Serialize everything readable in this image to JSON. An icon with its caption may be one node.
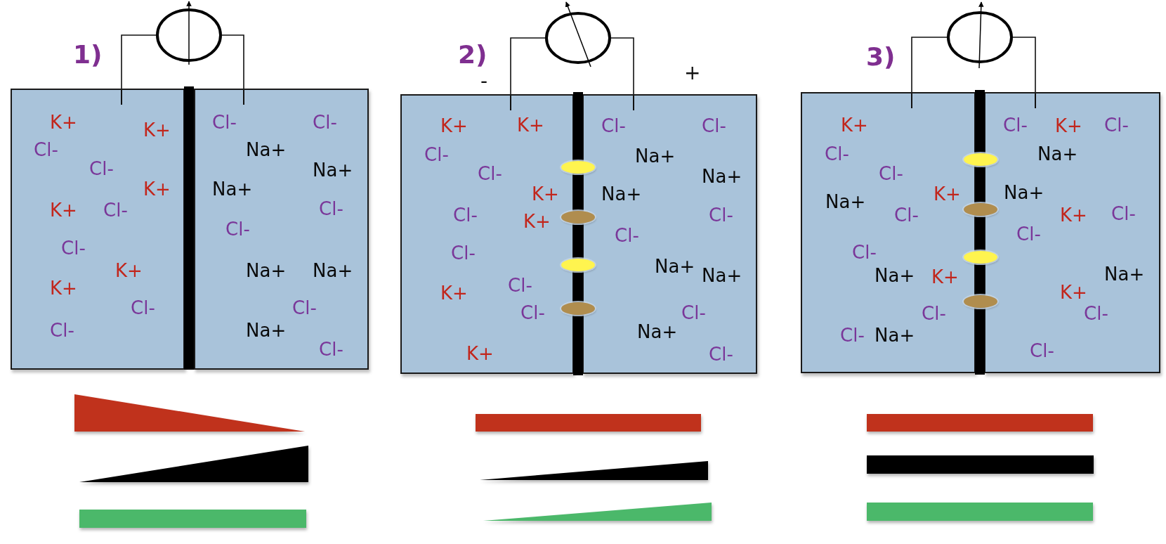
{
  "diagram": {
    "nodes": [
      {
        "text": [],
        "shape": "circle"
      },
      {
        "text": [
          "K+",
          "K+",
          "Cl-",
          "Cl-",
          "K+",
          "K+",
          "Cl-",
          "Cl-",
          "K+",
          "K+",
          "Cl-",
          "Cl-"
        ]
      },
      {
        "text": [
          "Cl-",
          "Cl-",
          "Na+",
          "Na+",
          "Na+",
          "Cl-",
          "Cl-",
          "Na+",
          "Na+",
          "Cl-",
          "Na+",
          "Cl-"
        ]
      },
      {
        "text": [],
        "shape": "circle"
      },
      {
        "text": [
          "K+",
          "K+",
          "Cl-",
          "Cl-",
          "K+",
          "Cl-",
          "K+",
          "Cl-",
          "Cl-",
          "K+",
          "Cl-",
          "K+"
        ],
        "beside": [
          "-"
        ]
      },
      {
        "text": [
          "Cl-",
          "Cl-",
          "Na+",
          "Na+",
          "Na+",
          "Cl-",
          "Cl-",
          "Na+",
          "Na+",
          "Cl-",
          "Na+",
          "Cl-"
        ],
        "beside": [
          "+"
        ]
      },
      {
        "text": [],
        "shape": "circle"
      },
      {
        "text": [
          "K+",
          "Cl-",
          "Cl-",
          "Na+",
          "K+",
          "Cl-",
          "Cl-",
          "Na+",
          "K+",
          "Cl-",
          "Cl-",
          "Na+"
        ]
      },
      {
        "text": [
          "Cl-",
          "K+",
          "Cl-",
          "Na+",
          "Na+",
          "K+",
          "Cl-",
          "Cl-",
          "Na+",
          "K+",
          "Cl-",
          "Cl-"
        ]
      },
      {
        "text": [],
        "shape": "bar"
      },
      {
        "text": [],
        "shape": "bar"
      },
      {
        "text": [],
        "shape": "bar"
      }
    ],
    "edges": [
      {
        "from": 0,
        "to": 1,
        "arrow": "none"
      },
      {
        "from": 0,
        "to": 2,
        "arrow": "none"
      },
      {
        "from": 3,
        "to": 4,
        "arrow": "none"
      },
      {
        "from": 3,
        "to": 5,
        "arrow": "none"
      },
      {
        "from": 6,
        "to": 7,
        "arrow": "none"
      },
      {
        "from": 6,
        "to": 8,
        "arrow": "none"
      }
    ],
    "labels": [
      "1)",
      "2)",
      "3)"
    ]
  }
}
